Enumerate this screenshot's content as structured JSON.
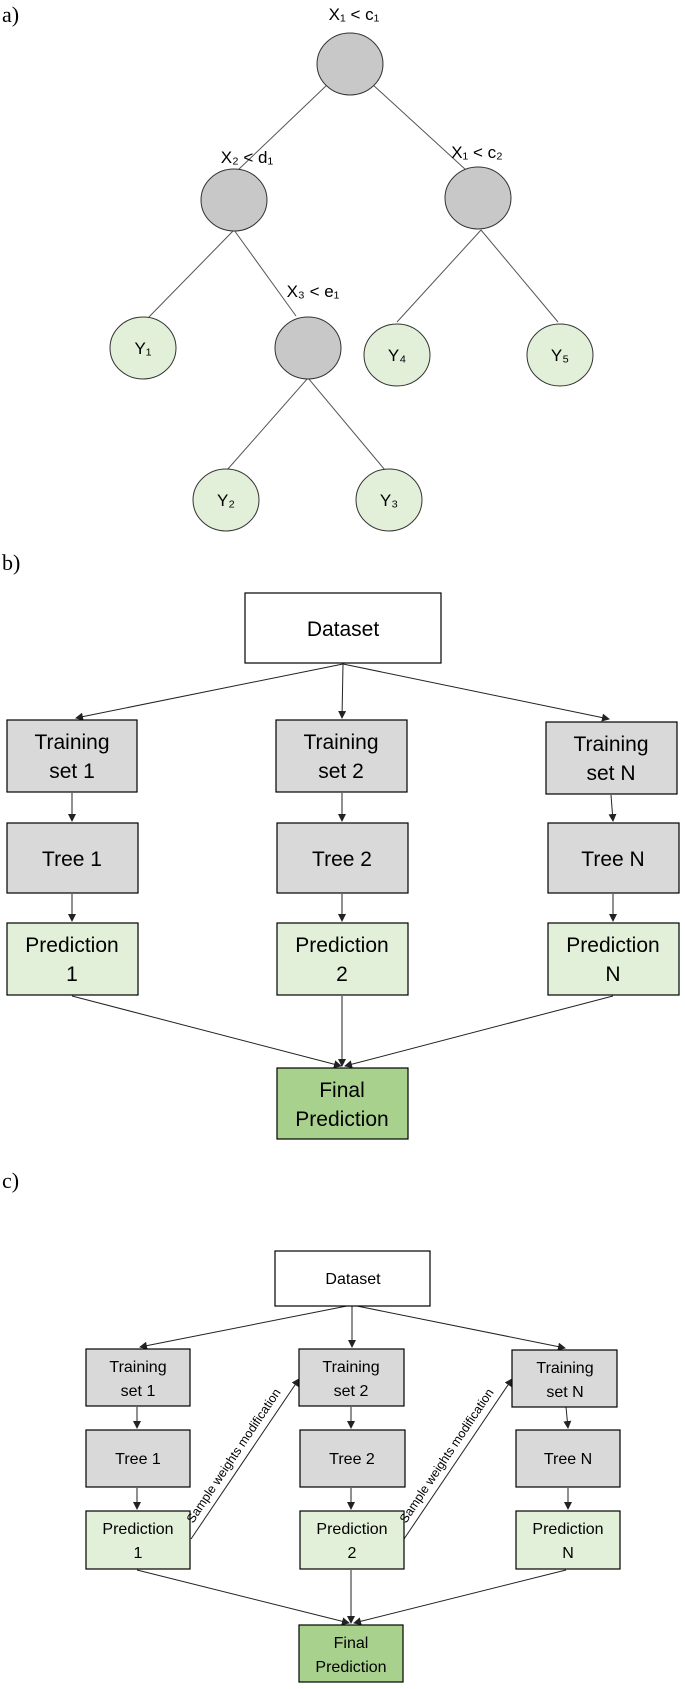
{
  "panel_a": {
    "label": "a)",
    "conditions": {
      "root": "X₁ < c₁",
      "left": "X₂ < d₁",
      "right": "X₁ < c₂",
      "left_right": "X₃ < e₁"
    },
    "leaves": {
      "y1": "Y₁",
      "y2": "Y₂",
      "y3": "Y₃",
      "y4": "Y₄",
      "y5": "Y₅"
    },
    "colors": {
      "inner_node": "#c8c8c8",
      "leaf_node": "#e2f0d9"
    }
  },
  "panel_b": {
    "label": "b)",
    "dataset": "Dataset",
    "training_sets": [
      [
        "Training",
        "set 1"
      ],
      [
        "Training",
        "set 2"
      ],
      [
        "Training",
        "set N"
      ]
    ],
    "trees": [
      "Tree 1",
      "Tree 2",
      "Tree N"
    ],
    "predictions": [
      [
        "Prediction",
        "1"
      ],
      [
        "Prediction",
        "2"
      ],
      [
        "Prediction",
        "N"
      ]
    ],
    "final": [
      "Final",
      "Prediction"
    ],
    "colors": {
      "training_tree": "#d9d9d9",
      "prediction": "#e2f0d9",
      "final": "#a9d18e"
    }
  },
  "panel_c": {
    "label": "c)",
    "dataset": "Dataset",
    "training_sets": [
      [
        "Training",
        "set 1"
      ],
      [
        "Training",
        "set 2"
      ],
      [
        "Training",
        "set N"
      ]
    ],
    "trees": [
      "Tree 1",
      "Tree 2",
      "Tree N"
    ],
    "predictions": [
      [
        "Prediction",
        "1"
      ],
      [
        "Prediction",
        "2"
      ],
      [
        "Prediction",
        "N"
      ]
    ],
    "final": [
      "Final",
      "Prediction"
    ],
    "weights_label": "Sample weights modification"
  }
}
